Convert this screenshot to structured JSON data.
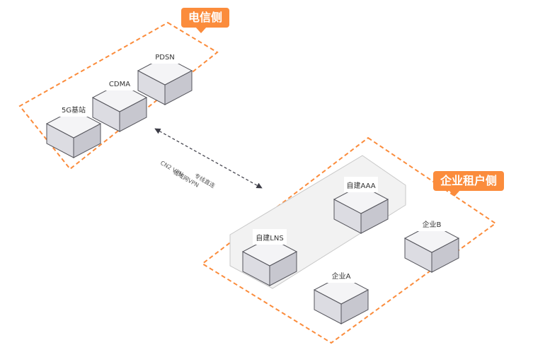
{
  "regions": {
    "telecom_label": "电信侧",
    "enterprise_label": "企业租户侧"
  },
  "connection_labels": [
    "CN2 VPN",
    "城域网VPN",
    "专线直连"
  ],
  "nodes": {
    "pdsn": "PDSN",
    "cdma": "CDMA",
    "base_station": "5G基站",
    "self_aaa": "自建AAA",
    "self_lns": "自建LNS",
    "enterprise_a": "企业A",
    "enterprise_b": "企业B"
  },
  "colors": {
    "accent": "#fb8c3c",
    "box_top": "#f4f4f6",
    "box_left": "#dcdce2",
    "box_right": "#c7c7cf",
    "box_stroke": "#55555c",
    "group_fill": "#f2f2f2",
    "group_stroke": "#c8c8c8",
    "arrow": "#3c3c46"
  }
}
